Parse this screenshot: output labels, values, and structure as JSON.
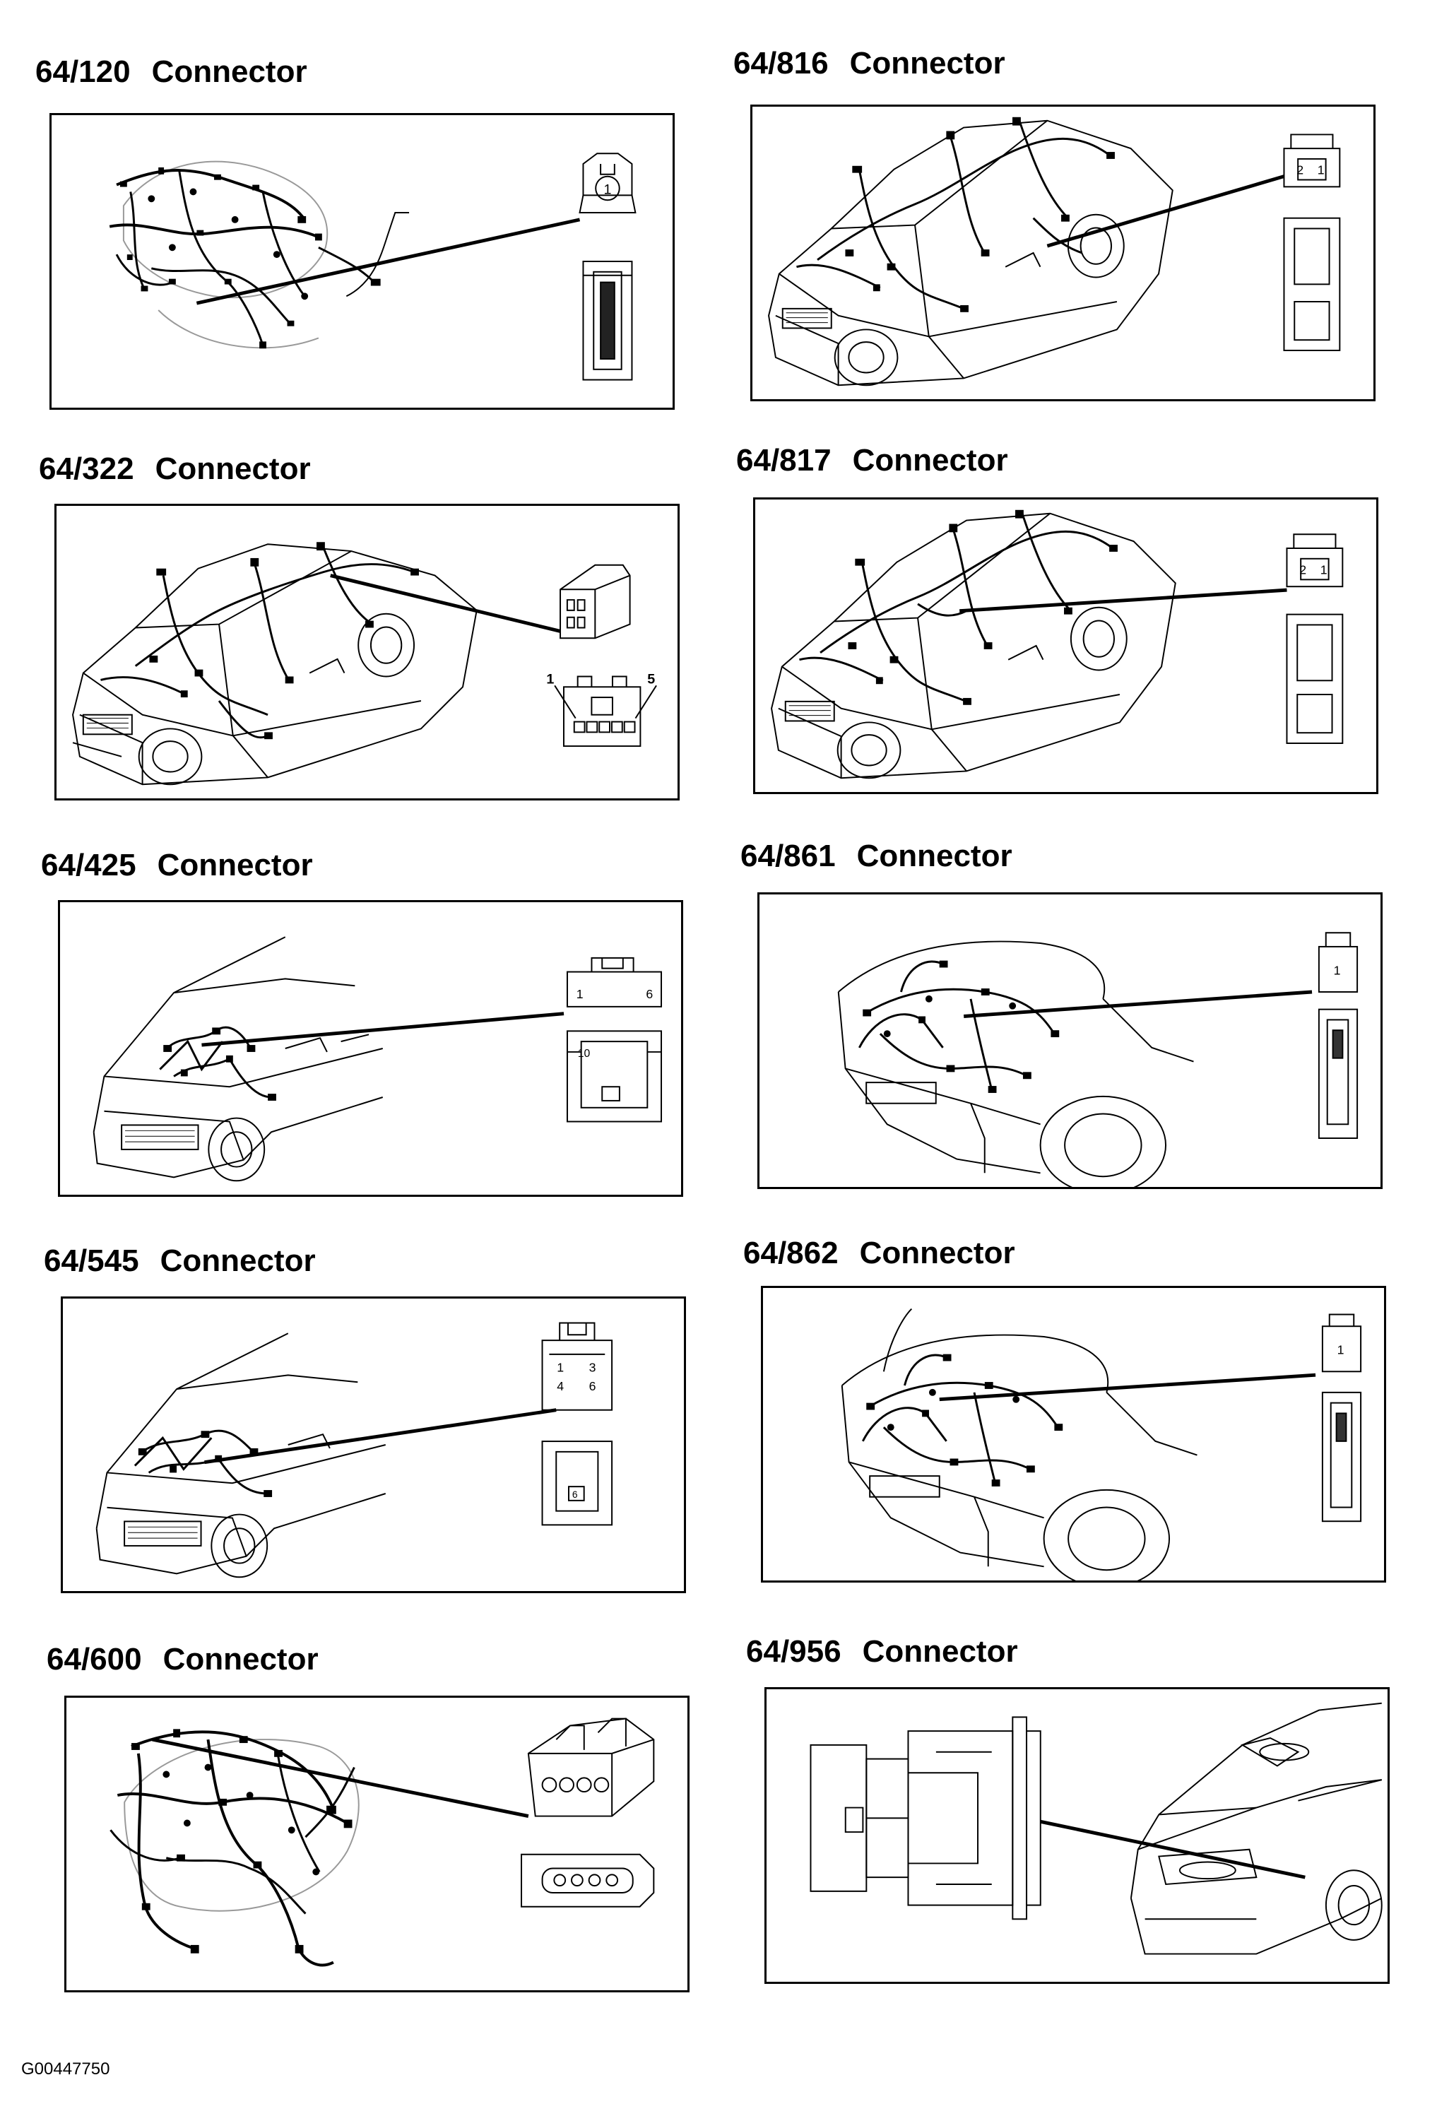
{
  "connectors": [
    {
      "code": "64/120",
      "label": "Connector",
      "pins": [
        "1"
      ]
    },
    {
      "code": "64/322",
      "label": "Connector",
      "pins": [
        "1",
        "5"
      ]
    },
    {
      "code": "64/425",
      "label": "Connector",
      "pins": [
        "1",
        "6",
        "10"
      ]
    },
    {
      "code": "64/545",
      "label": "Connector",
      "pins": [
        "1",
        "3",
        "4",
        "6",
        "6"
      ]
    },
    {
      "code": "64/600",
      "label": "Connector",
      "pins": []
    },
    {
      "code": "64/816",
      "label": "Connector",
      "pins": [
        "2",
        "1"
      ]
    },
    {
      "code": "64/817",
      "label": "Connector",
      "pins": [
        "2",
        "1"
      ]
    },
    {
      "code": "64/861",
      "label": "Connector",
      "pins": [
        "1"
      ]
    },
    {
      "code": "64/862",
      "label": "Connector",
      "pins": [
        "1"
      ]
    },
    {
      "code": "64/956",
      "label": "Connector",
      "pins": []
    }
  ],
  "footer": {
    "code": "G00447750"
  }
}
